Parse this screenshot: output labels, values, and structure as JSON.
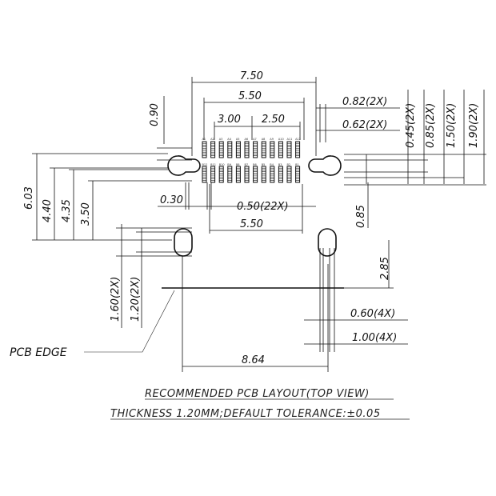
{
  "dimensions": {
    "w750": "7.50",
    "w550_top": "5.50",
    "w300": "3.00",
    "w250": "2.50",
    "h090": "0.90",
    "r082": "0.82(2X)",
    "r062": "0.62(2X)",
    "v045": "0.45(2X)",
    "v085": "0.85(2X)",
    "v150": "1.50(2X)",
    "v190": "1.90(2X)",
    "h603": "6.03",
    "h440": "4.40",
    "h435": "4.35",
    "h350": "3.50",
    "p030": "0.30",
    "p050": "0.50(22X)",
    "w550_bot": "5.50",
    "v085b": "0.85",
    "v160": "1.60(2X)",
    "v120": "1.20(2X)",
    "v285": "2.85",
    "r060": "0.60(4X)",
    "r100": "1.00(4X)",
    "w864": "8.64"
  },
  "labels": {
    "pcb_edge": "PCB EDGE"
  },
  "pins": {
    "top": [
      "A1",
      "A2",
      "A3",
      "A4",
      "A5",
      "A6",
      "A7",
      "A8",
      "A9",
      "A10",
      "A11",
      "A12"
    ],
    "bottom": [
      "B12",
      "B11",
      "B10",
      "B9",
      "B8",
      "B7",
      "B6",
      "B5",
      "B4",
      "B3",
      "B2",
      "B1"
    ]
  },
  "caption": {
    "title": "RECOMMENDED PCB LAYOUT(TOP VIEW)",
    "note": "THICKNESS 1.20MM;DEFAULT TOLERANCE:±0.05"
  }
}
